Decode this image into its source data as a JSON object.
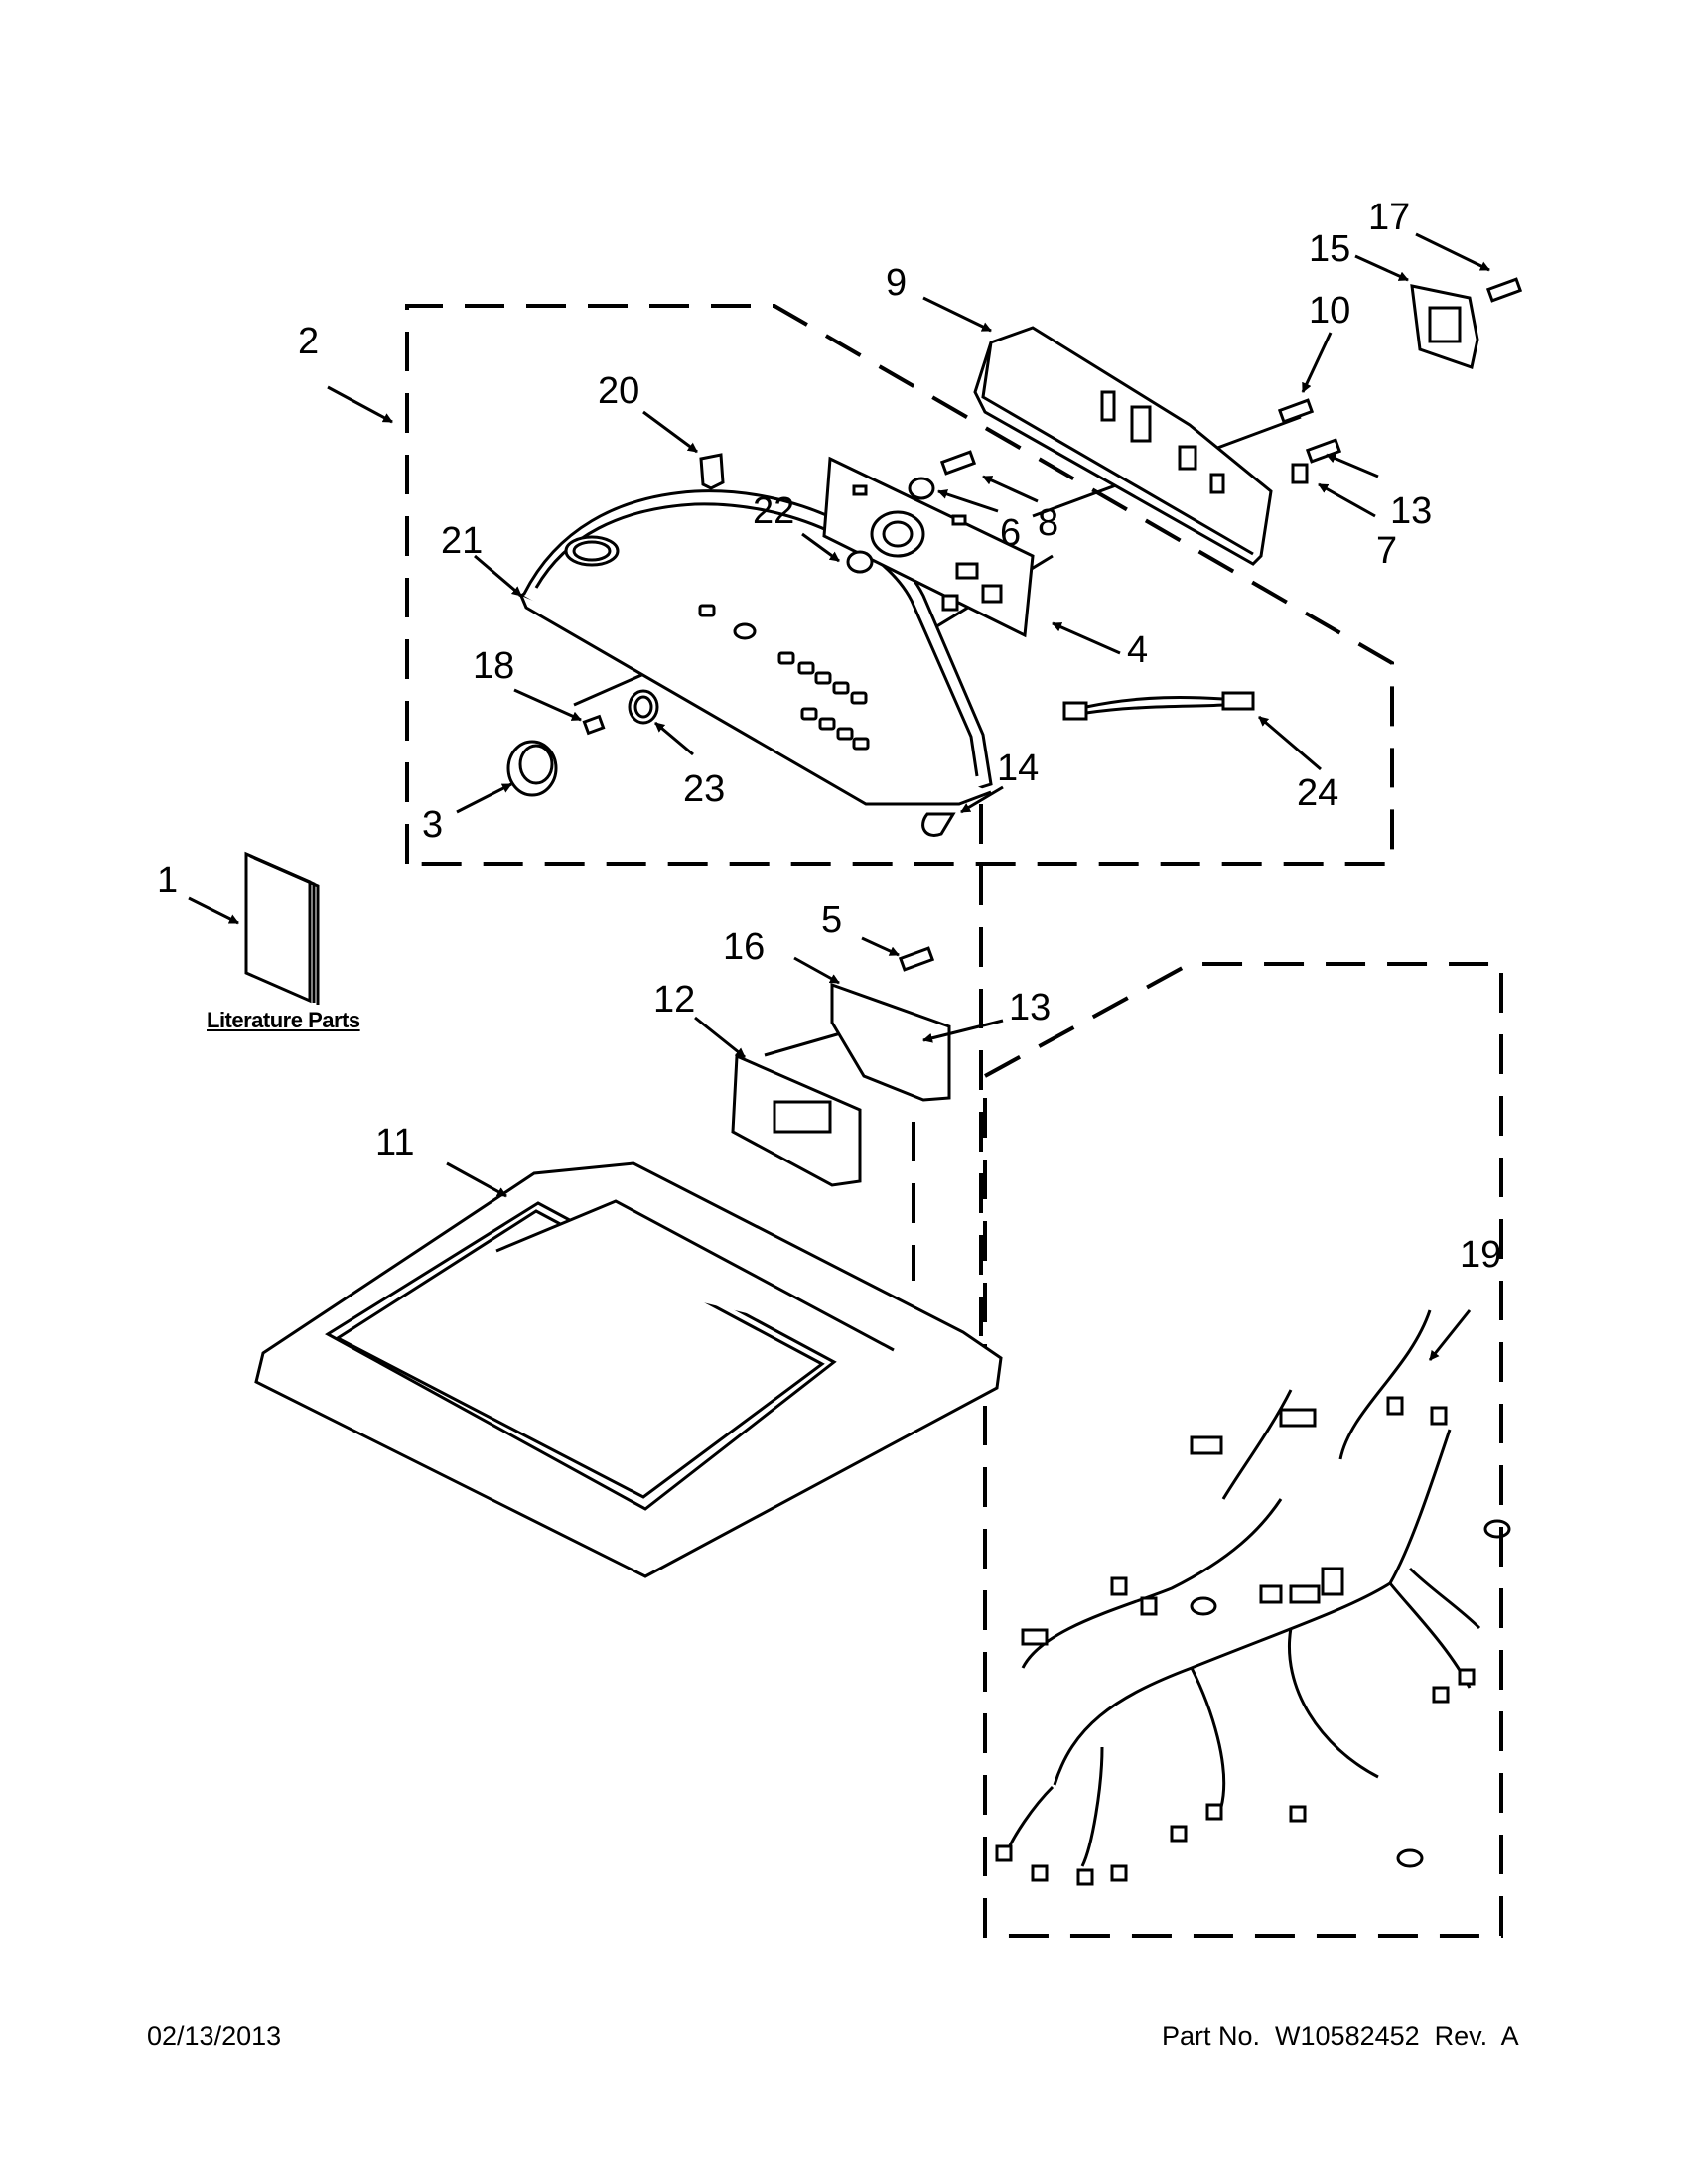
{
  "callouts": {
    "c1": "1",
    "c2": "2",
    "c3": "3",
    "c4": "4",
    "c5": "5",
    "c6": "6",
    "c7": "7",
    "c8": "8",
    "c9": "9",
    "c10": "10",
    "c11": "11",
    "c12": "12",
    "c13a": "13",
    "c13b": "13",
    "c14": "14",
    "c15": "15",
    "c16": "16",
    "c17": "17",
    "c18": "18",
    "c19": "19",
    "c20": "20",
    "c21": "21",
    "c22": "22",
    "c23": "23",
    "c24": "24"
  },
  "literature_label": "Literature Parts",
  "footer": {
    "date": "02/13/2013",
    "part_number": "Part No.  W10582452  Rev.  A"
  }
}
